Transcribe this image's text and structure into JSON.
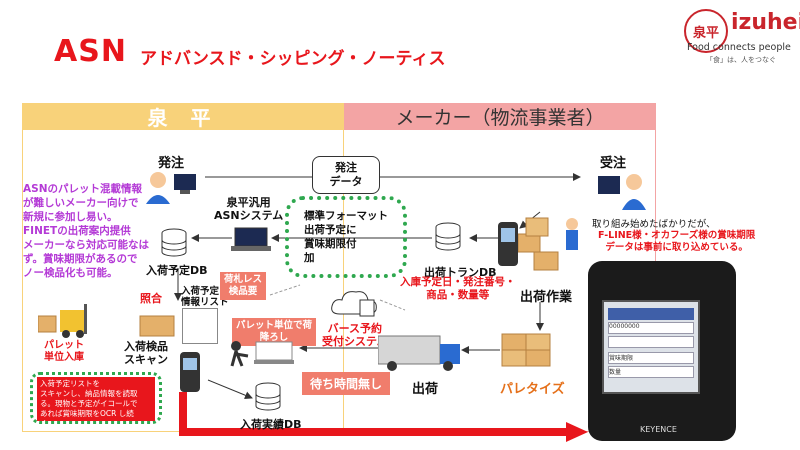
{
  "header": {
    "title": "ASN",
    "subtitle": "アドバンスド・シッピング・ノーティス"
  },
  "logo": {
    "mark": "泉平",
    "name": "izuhei",
    "tagline": "Food connects people",
    "tagline_jp": "「食」は、人をつなぐ"
  },
  "lanes": {
    "left": "泉 平",
    "right": "メーカー（物流事業者）"
  },
  "nodes": {
    "order": "発注",
    "order_data": "発注\nデータ",
    "receive_order": "受注",
    "asn_system": "泉平汎用\nASNシステム",
    "standard_format": "標準フォーマット\n出荷予定に\n賞味期限付\n加",
    "ship_db": "出荷トランDB",
    "ship_db_detail": "入庫予定日・発注番号・\n商品・数量等",
    "ship_work": "出荷作業",
    "receipt_db": "入荷予定DB",
    "match": "照合",
    "receipt_list": "入荷予定\n情報リスト",
    "paperless": "荷札レス\n検品要",
    "pallet_receipt": "パレット\n単位入庫",
    "inspection": "入荷検品\nスキャン",
    "unload": "パレット単位で荷\n降ろし",
    "berth": "バース予約\n受付システム",
    "no_wait": "待ち時間無し",
    "shipping": "出荷",
    "palletize": "パレタイズ",
    "actual_db": "入荷実績DB"
  },
  "notes": {
    "left_purple": "ASNのパレット混載情報\nが難しいメーカー向けで\n新規に参加し易い。\nFINETの出荷案内提供\nメーカーなら対応可能なは\nず。賞味期限があるので\nノー検品化も可能。",
    "right_black": "取り組み始めたばかりだが、",
    "right_red": "F-LINE様・オカフーズ様の賞味期限\nデータは事前に取り込めている。",
    "scan_note": "入荷予定リストを\nスキャンし、納品情報を読取\nる。現物と予定がイコールで\nあれば賞味期限をOCR し続\nく"
  },
  "device": {
    "brand": "KEYENCE",
    "screen_value": "00000000",
    "label_qty": "数量",
    "label_best_before": "賞味期限"
  },
  "colors": {
    "accent_red": "#e8161c",
    "lane_left": "#f8d27a",
    "lane_right": "#f3a4a4",
    "dotted_green": "#2fa84f",
    "purple_note": "#b43ad6"
  }
}
